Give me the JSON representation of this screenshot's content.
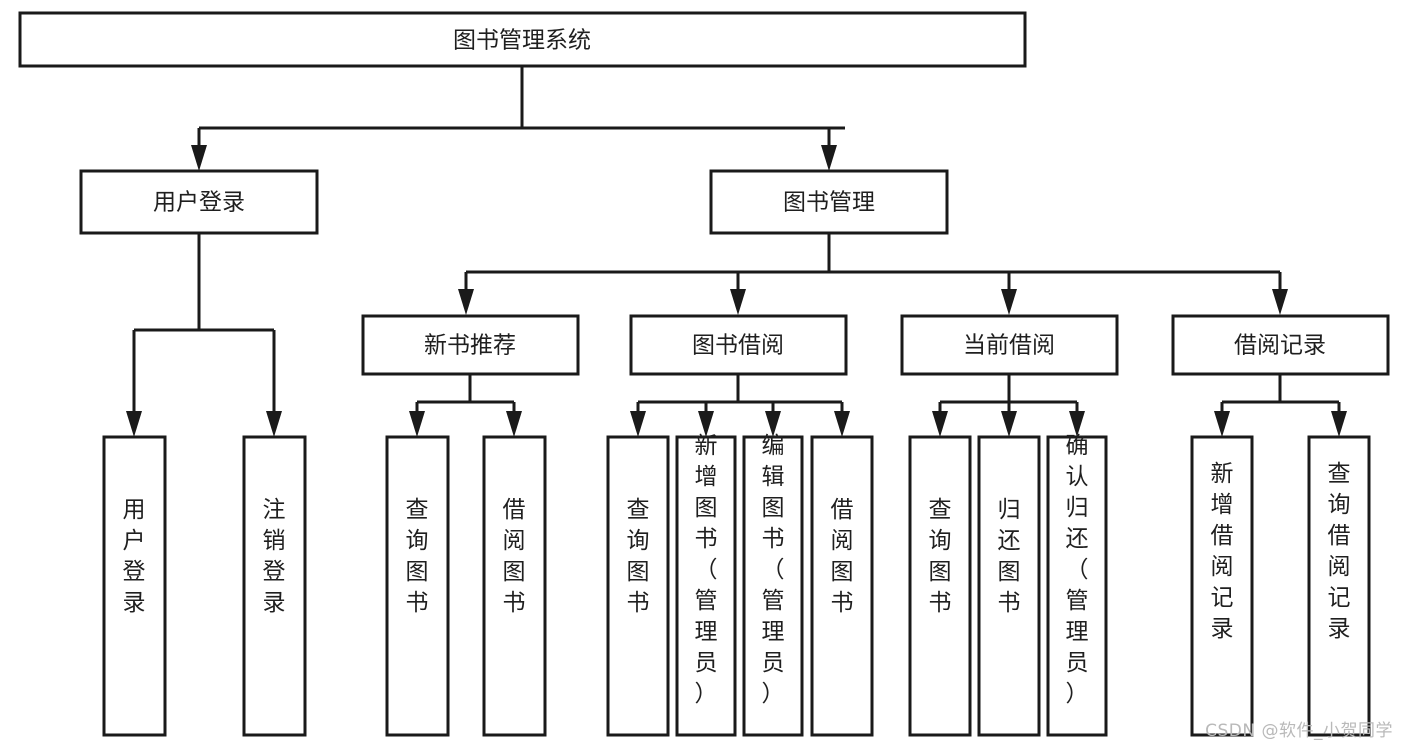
{
  "diagram": {
    "type": "tree-hierarchy-chart",
    "title": "图书管理系统",
    "background_color": "#ffffff",
    "line_color": "#1a1a1a",
    "text_color": "#1f1f1f",
    "levels": {
      "root": {
        "label": "图书管理系统"
      },
      "level2": [
        {
          "label": "用户登录"
        },
        {
          "label": "图书管理"
        }
      ],
      "level3": [
        {
          "label": "新书推荐"
        },
        {
          "label": "图书借阅"
        },
        {
          "label": "当前借阅"
        },
        {
          "label": "借阅记录"
        }
      ],
      "leaves": {
        "user_login": [
          {
            "label": "用户登录"
          },
          {
            "label": "注销登录"
          }
        ],
        "new_book_recommend": [
          {
            "label": "查询图书"
          },
          {
            "label": "借阅图书"
          }
        ],
        "book_borrow": [
          {
            "label": "查询图书"
          },
          {
            "label": "新增图书（管理员）"
          },
          {
            "label": "编辑图书（管理员）"
          },
          {
            "label": "借阅图书"
          }
        ],
        "current_borrow": [
          {
            "label": "查询图书"
          },
          {
            "label": "归还图书"
          },
          {
            "label": "确认归还（管理员）"
          }
        ],
        "borrow_record": [
          {
            "label": "新增借阅记录"
          },
          {
            "label": "查询借阅记录"
          }
        ]
      }
    }
  },
  "watermark": {
    "text": "CSDN @软件_小贺同学"
  }
}
